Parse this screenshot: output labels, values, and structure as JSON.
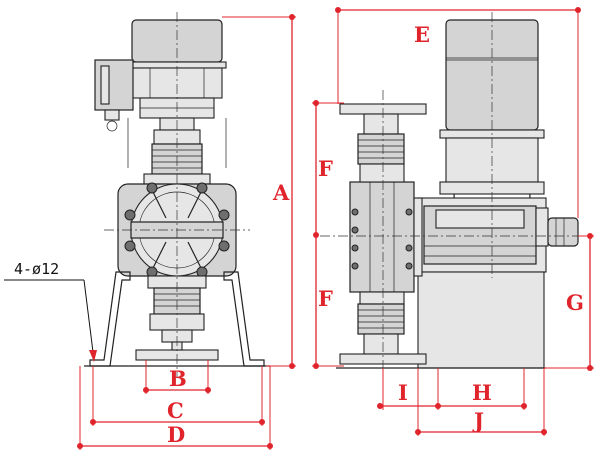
{
  "dimension_labels": {
    "a": "A",
    "b": "B",
    "c": "C",
    "d": "D",
    "e": "E",
    "f_upper": "F",
    "f_lower": "F",
    "g": "G",
    "h": "H",
    "i": "I",
    "j": "J"
  },
  "hole_note": "4-ø12",
  "colors": {
    "dimension": "#e0242c",
    "outline": "#222222",
    "body_fill": "#d4d4d4"
  }
}
